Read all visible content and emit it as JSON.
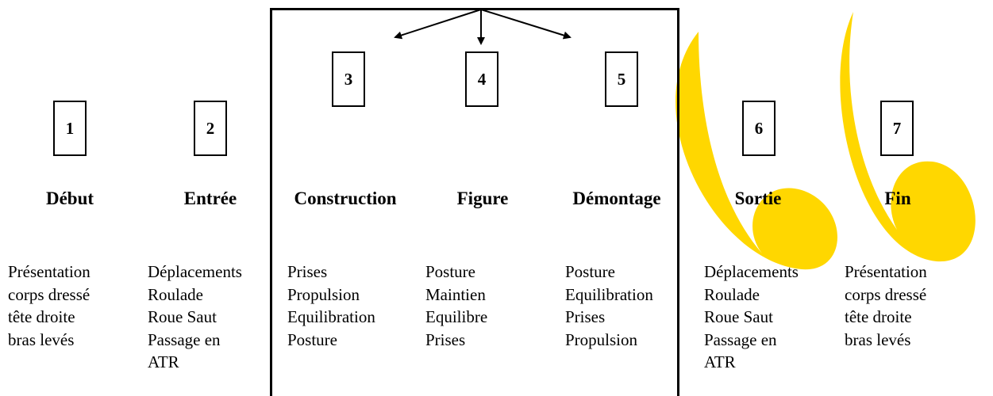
{
  "colors": {
    "watermark": "#FFD700",
    "line": "#000000"
  },
  "phases": [
    {
      "number": "1",
      "title": "Début",
      "lines": [
        "Présentation",
        "corps dressé",
        "tête droite",
        "bras levés"
      ]
    },
    {
      "number": "2",
      "title": "Entrée",
      "lines": [
        "Déplacements",
        "Roulade",
        "Roue Saut",
        "Passage en",
        "ATR"
      ]
    },
    {
      "number": "3",
      "title": "Construction",
      "lines": [
        "Prises",
        "Propulsion",
        "Equilibration",
        "Posture"
      ]
    },
    {
      "number": "4",
      "title": "Figure",
      "lines": [
        "Posture",
        "Maintien",
        "Equilibre",
        "Prises"
      ]
    },
    {
      "number": "5",
      "title": "Démontage",
      "lines": [
        "Posture",
        "Equilibration",
        "Prises",
        "Propulsion"
      ]
    },
    {
      "number": "6",
      "title": "Sortie",
      "lines": [
        "Déplacements",
        "Roulade",
        "Roue Saut",
        "Passage en",
        "ATR"
      ]
    },
    {
      "number": "7",
      "title": "Fin",
      "lines": [
        "Présentation",
        "corps dressé",
        "tête droite",
        "bras levés"
      ]
    }
  ]
}
